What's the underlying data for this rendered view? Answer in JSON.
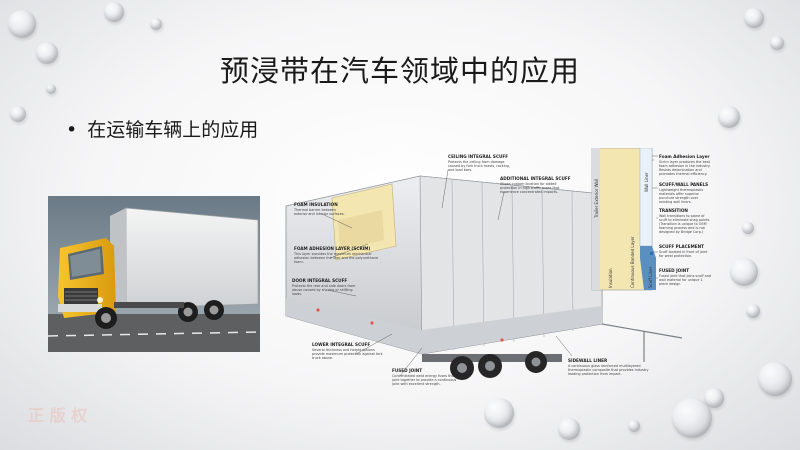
{
  "slide": {
    "title": "预浸带在汽车领域中的应用",
    "bullet": "在运输车辆上的应用"
  },
  "diagram": {
    "callouts": [
      {
        "title": "CEILING INTEGRAL SCUFF",
        "body": "Protects the ceiling from damage caused by fork truck masts, racking, and load bars."
      },
      {
        "title": "ADDITIONAL INTEGRAL SCUFF",
        "body": "Allows custom location for added protection in high traffic areas that experience concentrated impacts."
      },
      {
        "title": "FOAM INSULATION",
        "body": "Thermal barrier between exterior and interior surfaces."
      },
      {
        "title": "FOAM ADHESION LAYER (SCRIM)",
        "body": "This layer provides the maximum mechanical adhesion between the liner and the polyurethane foam."
      },
      {
        "title": "DOOR INTEGRAL SCUFF",
        "body": "Protects the rear and side doors from abuse caused by shoring or shifting loads."
      },
      {
        "title": "LOWER INTEGRAL SCUFF",
        "body": "Several thickness and height options provide maximum protection against fork truck abuse."
      },
      {
        "title": "FUSED JOINT",
        "body": "Concentrated weld energy fuses the joint together to provide a continuous joint with excellent strength."
      },
      {
        "title": "SIDEWALL LINER",
        "body": "A continuous glass reinforced multilayered thermoplastic composite that provides industry leading protection from impact."
      }
    ],
    "detail_callouts": [
      {
        "title": "Foam Adhesion Layer",
        "body": "Scrim layer produces the best foam adhesion in the industry. Resists delamination and promotes thermal efficiency."
      },
      {
        "title": "SCUFF/WALL PANELS",
        "body": "Lightweight thermoplastic materials offer superior puncture strength over existing wall liners."
      },
      {
        "title": "TRANSITION",
        "body": "Wall transitions to plane of scuff to eliminate snag points. (Transition is unique to OEM foaming process and is not designed by Bridge Corp.)"
      },
      {
        "title": "SCUFF PLACEMENT",
        "body": "Scuff located in front of joint for weld protection."
      },
      {
        "title": "FUSED JOINT",
        "body": "Fused joint that joins scuff and wall material for unique 1 piece design"
      }
    ],
    "vertical_labels": [
      "Trailer Exterior Wall",
      "Insulation",
      "Continuous Bonded Layer",
      "Wall Liner",
      "Scuff Liner"
    ]
  },
  "watermark": "正 版 权",
  "colors": {
    "truck_yellow": "#f2b21b",
    "foam": "#f3e6b0",
    "liner": "#5a8fc0",
    "trailer_gray": "#d7d9dc"
  }
}
